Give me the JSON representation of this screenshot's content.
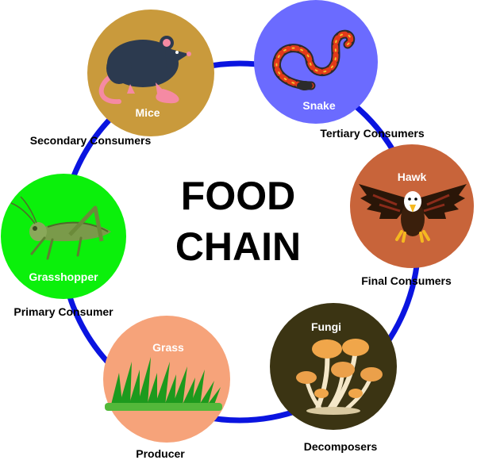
{
  "title": {
    "line1": "FOOD",
    "line2": "CHAIN"
  },
  "colors": {
    "ring": "#0a14e0",
    "mice": "#c99a3c",
    "snake": "#6b6bff",
    "hawk": "#c8643a",
    "fungi": "#3b3413",
    "grass": "#f6a37a",
    "grasshopper": "#0bf00b"
  },
  "nodes": [
    {
      "id": "mice",
      "label": "Mice",
      "role": "Secondary Consumers",
      "icon": "mouse-icon"
    },
    {
      "id": "snake",
      "label": "Snake",
      "role": "Tertiary Consumers",
      "icon": "snake-icon"
    },
    {
      "id": "hawk",
      "label": "Hawk",
      "role": "Final Consumers",
      "icon": "eagle-icon"
    },
    {
      "id": "fungi",
      "label": "Fungi",
      "role": "Decomposers",
      "icon": "mushroom-icon"
    },
    {
      "id": "grass",
      "label": "Grass",
      "role": "Producer",
      "icon": "grass-icon"
    },
    {
      "id": "grasshopper",
      "label": "Grasshopper",
      "role": "Primary Consumer",
      "icon": "grasshopper-icon"
    }
  ]
}
